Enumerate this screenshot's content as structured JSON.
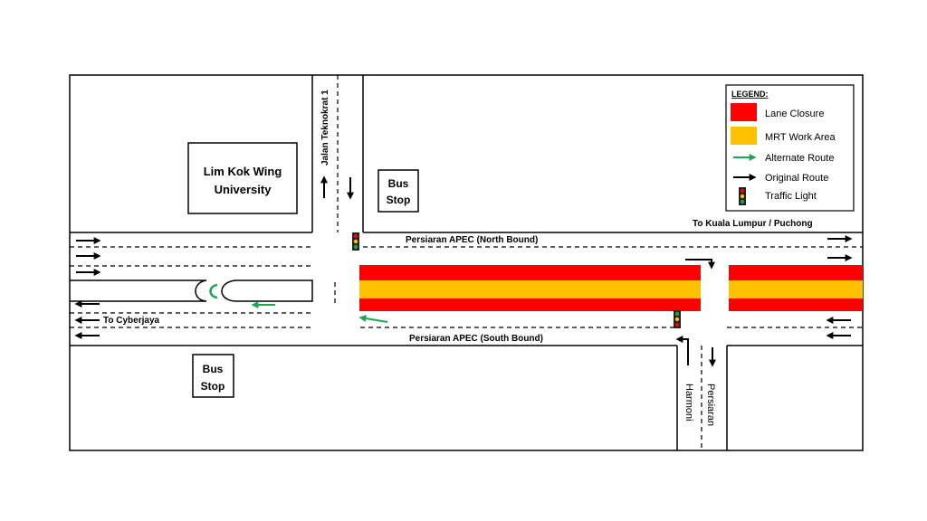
{
  "buildings": {
    "university": [
      "Lim Kok Wing",
      "University"
    ],
    "bus_stop_north": [
      "Bus",
      "Stop"
    ],
    "bus_stop_south": [
      "Bus",
      "Stop"
    ]
  },
  "roads": {
    "jalan_teknokrat": "Jalan Teknokrat 1",
    "apec_north": "Persiaran APEC (North Bound)",
    "apec_south": "Persiaran APEC (South Bound)",
    "harmoni_1": "Persiaran",
    "harmoni_2": "Harmoni",
    "to_kl": "To Kuala Lumpur / Puchong",
    "to_cyberjaya": "To Cyberjaya"
  },
  "legend": {
    "title": "LEGEND:",
    "items": [
      {
        "label": "Lane Closure",
        "icon": "red-swatch"
      },
      {
        "label": "MRT Work Area",
        "icon": "orange-swatch"
      },
      {
        "label": "Alternate Route",
        "icon": "green-arrow-icon"
      },
      {
        "label": "Original Route",
        "icon": "black-arrow-icon"
      },
      {
        "label": "Traffic Light",
        "icon": "traffic-light-icon"
      }
    ]
  },
  "colors": {
    "lane_closure": "#ff0000",
    "mrt_work_area": "#ffc000",
    "alternate_route": "#1fa552",
    "original_route": "#000000"
  }
}
